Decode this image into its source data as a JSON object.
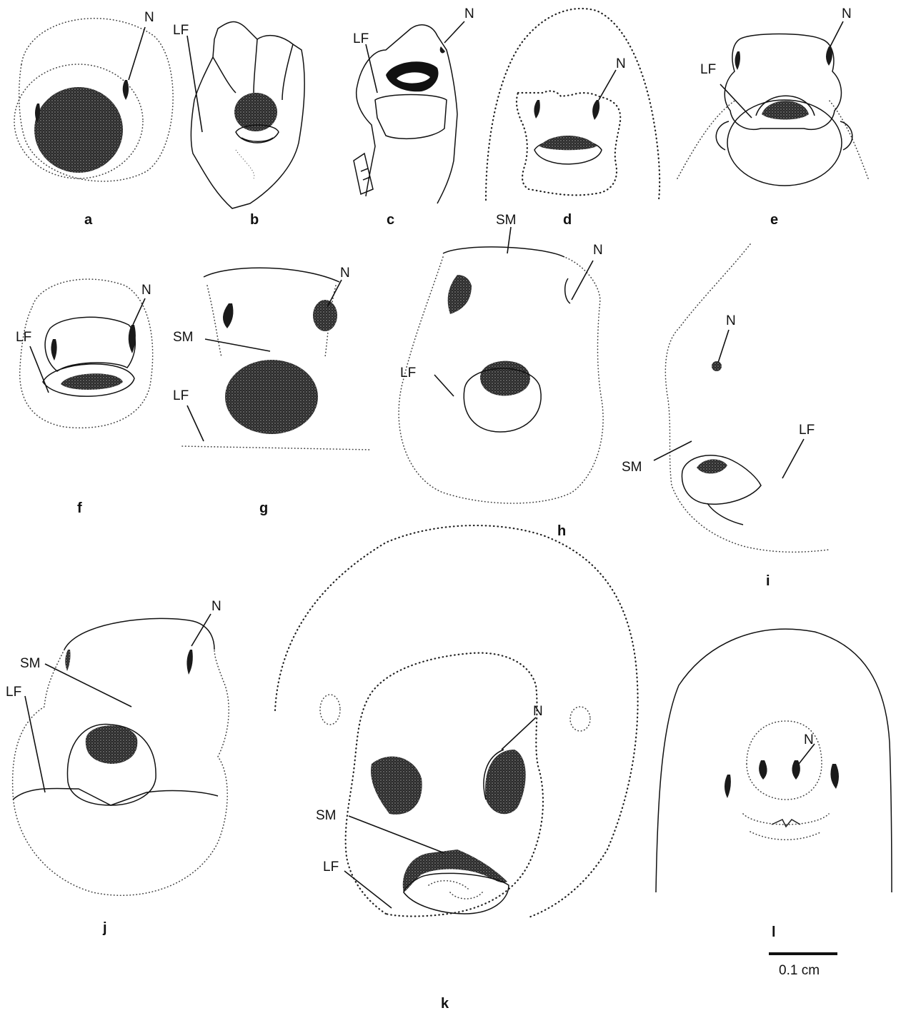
{
  "labels": {
    "N": "N",
    "LF": "LF",
    "SM": "SM"
  },
  "panels": {
    "a": "a",
    "b": "b",
    "c": "c",
    "d": "d",
    "e": "e",
    "f": "f",
    "g": "g",
    "h": "h",
    "i": "i",
    "j": "j",
    "k": "k",
    "l": "l"
  },
  "scale_bar": {
    "label": "0.1 cm"
  }
}
